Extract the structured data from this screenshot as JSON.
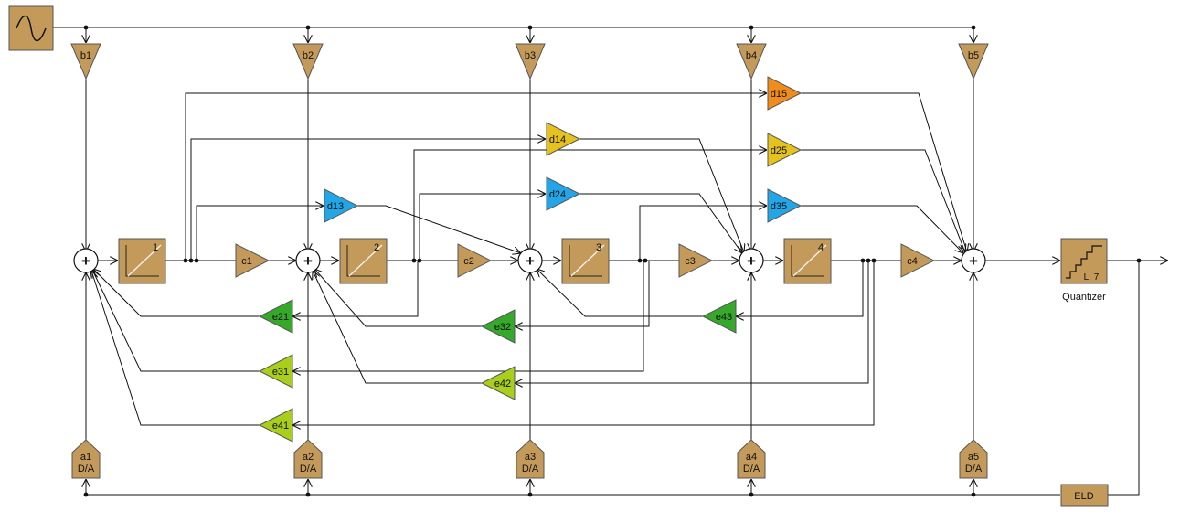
{
  "colors": {
    "block": "#c49a5a",
    "d15": "#f08c1a",
    "yellow": "#e6c21c",
    "blue": "#23a6e8",
    "green": "#36a82a",
    "lime": "#a9cf1c",
    "wire": "#111111"
  },
  "source": {
    "icon": "sine-wave-icon"
  },
  "b_gains": [
    "b1",
    "b2",
    "b3",
    "b4",
    "b5"
  ],
  "c_gains": [
    "c1",
    "c2",
    "c3",
    "c4"
  ],
  "integrators": [
    "1",
    "2",
    "3",
    "4"
  ],
  "dac_blocks": [
    {
      "name": "a1",
      "label": "D/A"
    },
    {
      "name": "a2",
      "label": "D/A"
    },
    {
      "name": "a3",
      "label": "D/A"
    },
    {
      "name": "a4",
      "label": "D/A"
    },
    {
      "name": "a5",
      "label": "D/A"
    }
  ],
  "feedforward_gains": [
    "d13",
    "d14",
    "d15",
    "d24",
    "d25",
    "d35"
  ],
  "feedback_gains": [
    "e21",
    "e31",
    "e41",
    "e32",
    "e42",
    "e43"
  ],
  "quantizer": {
    "level_label": "L. 7",
    "caption": "Quantizer",
    "icon": "staircase-icon"
  },
  "eld": {
    "label": "ELD"
  },
  "sum_symbol": "+"
}
